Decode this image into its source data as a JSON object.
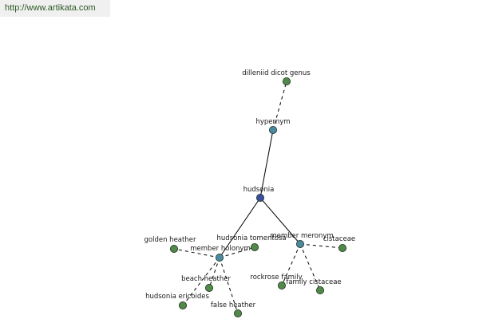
{
  "source": {
    "url_text": "http://www.artikata.com",
    "link_color": "#2a5a22"
  },
  "colors": {
    "center_node": "#3a4d9e",
    "relation_node": "#4a8aa0",
    "leaf_node": "#4f8a48",
    "node_stroke": "#1e2a1e",
    "edge": "#000000",
    "label": "#1a1a1a"
  },
  "graph": {
    "center": "hudsonia",
    "relations": [
      {
        "label": "hypernym",
        "members": [
          "dilleniid dicot genus"
        ]
      },
      {
        "label": "member holonym",
        "members": [
          "golden heather",
          "hudsonia tomentosa",
          "beach heather",
          "hudsonia ericoides",
          "false heather"
        ]
      },
      {
        "label": "member meronym",
        "members": [
          "cistaceae",
          "rockrose family",
          "family cistaceae"
        ]
      }
    ]
  }
}
